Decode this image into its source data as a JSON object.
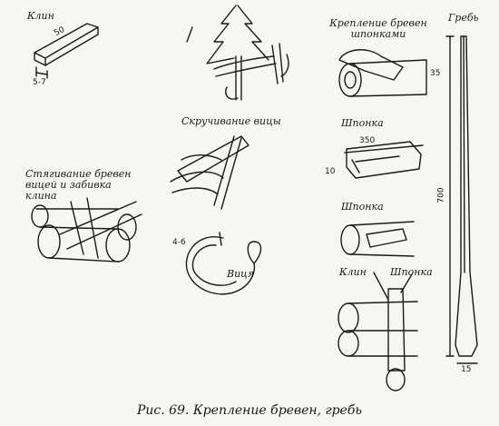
{
  "labels": {
    "wedge": "Клин",
    "fastening_keys": "Крепление бревен шпонками",
    "twisting": "Скручивание вицы",
    "tightening": "Стягивание бревен вицей и забивка клина",
    "key_top": "Шпонка",
    "key_mid": "Шпонка",
    "key_bottom": "Шпонка",
    "wedge_bottom": "Клин",
    "withe": "Виця",
    "oar": "Гребь"
  },
  "dimensions": {
    "wedge_length": "50",
    "wedge_width": "5-7",
    "log_diameter": "35",
    "key_length": "350",
    "key_thickness": "10",
    "withe_thickness": "4-6",
    "oar_length": "700",
    "oar_blade": "15"
  },
  "caption": "Рис. 69. Крепление бревен, гребь"
}
